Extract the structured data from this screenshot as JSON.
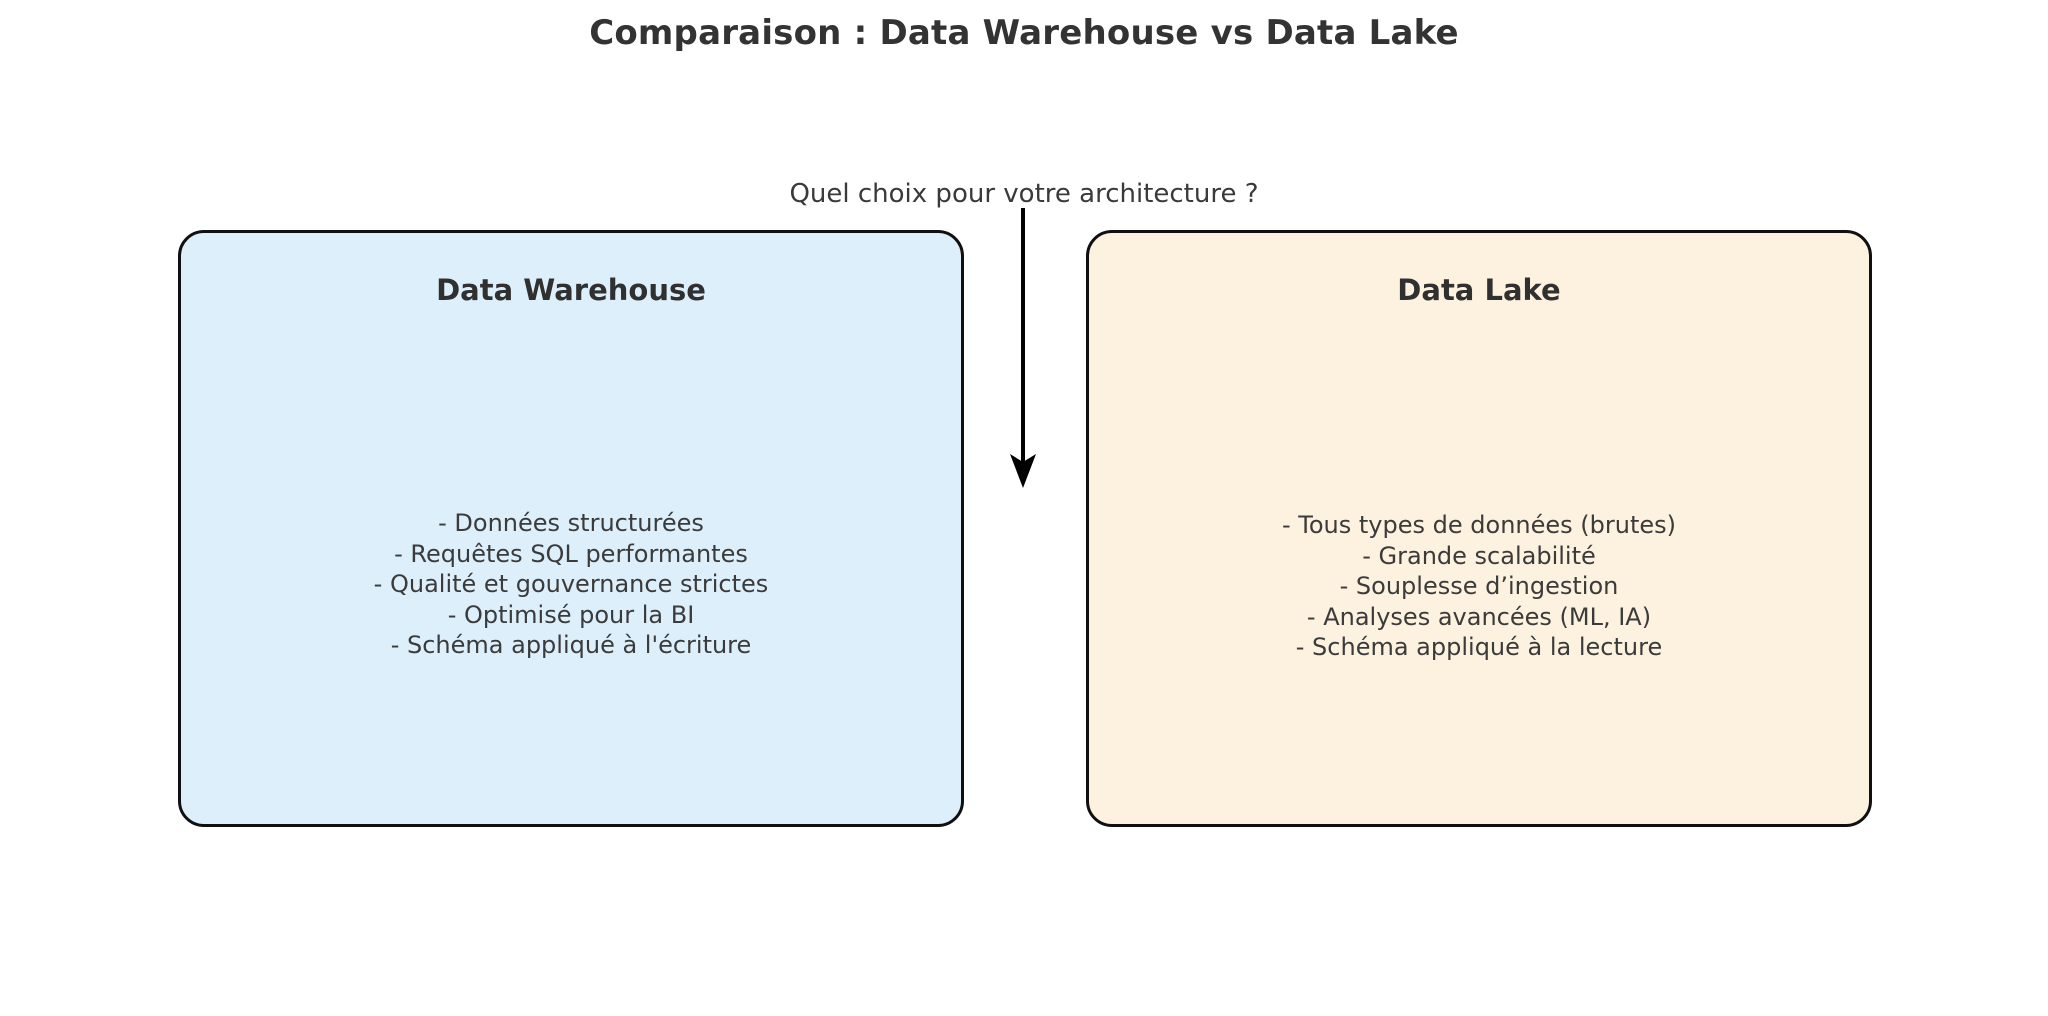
{
  "page": {
    "title": "Comparaison : Data Warehouse vs Data Lake",
    "background_color": "#ffffff",
    "title_color": "#333333"
  },
  "connector": {
    "label": "Quel choix pour votre architecture ?",
    "arrow_icon": "arrow-down-icon",
    "color": "#000000"
  },
  "cards": {
    "left": {
      "title": "Data Warehouse",
      "fill_color": "#ddeffb",
      "border_color": "#101010",
      "lines": [
        "- Données structurées",
        "- Requêtes SQL performantes",
        "- Qualité et gouvernance strictes",
        "- Optimisé pour la BI",
        "- Schéma appliqué à l'écriture"
      ]
    },
    "right": {
      "title": "Data Lake",
      "fill_color": "#fdf1df",
      "border_color": "#101010",
      "lines": [
        "- Tous types de données (brutes)",
        "- Grande scalabilité",
        "- Souplesse d’ingestion",
        "- Analyses avancées (ML, IA)",
        "- Schéma appliqué à la lecture"
      ]
    }
  }
}
